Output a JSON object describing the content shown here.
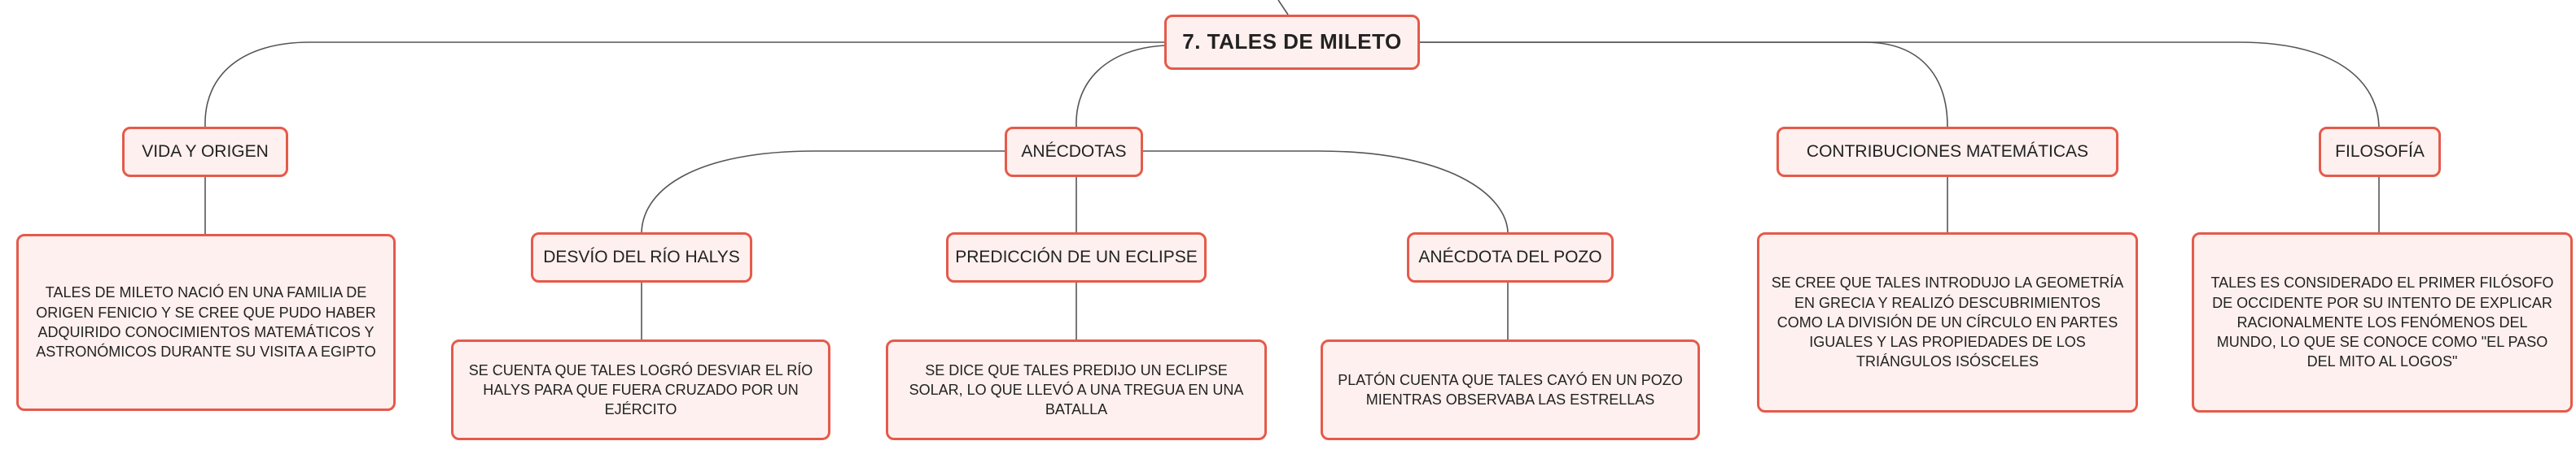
{
  "root": {
    "label": "7. TALES DE MILETO"
  },
  "branches": [
    {
      "label": "VIDA Y ORIGEN",
      "text": "TALES DE MILETO NACIÓ EN UNA FAMILIA DE ORIGEN FENICIO Y SE CREE QUE PUDO HABER ADQUIRIDO CONOCIMIENTOS MATEMÁTICOS Y ASTRONÓMICOS DURANTE SU VISITA A EGIPTO"
    },
    {
      "label": "ANÉCDOTAS",
      "subs": [
        {
          "label": "DESVÍO DEL RÍO HALYS",
          "text": "SE CUENTA QUE TALES LOGRÓ DESVIAR EL RÍO HALYS PARA QUE FUERA CRUZADO POR UN EJÉRCITO"
        },
        {
          "label": "PREDICCIÓN DE UN ECLIPSE",
          "text": "SE DICE QUE TALES PREDIJO UN ECLIPSE SOLAR, LO QUE LLEVÓ A UNA TREGUA EN UNA BATALLA"
        },
        {
          "label": "ANÉCDOTA DEL POZO",
          "text": "PLATÓN CUENTA QUE TALES CAYÓ EN UN POZO MIENTRAS OBSERVABA LAS ESTRELLAS"
        }
      ]
    },
    {
      "label": "CONTRIBUCIONES MATEMÁTICAS",
      "text": "SE CREE QUE TALES INTRODUJO LA GEOMETRÍA EN GRECIA Y REALIZÓ DESCUBRIMIENTOS COMO LA DIVISIÓN DE UN CÍRCULO EN PARTES IGUALES Y LAS PROPIEDADES DE LOS TRIÁNGULOS ISÓSCELES"
    },
    {
      "label": "FILOSOFÍA",
      "text": "TALES ES CONSIDERADO EL PRIMER FILÓSOFO DE OCCIDENTE POR SU INTENTO DE EXPLICAR RACIONALMENTE LOS FENÓMENOS DEL MUNDO, LO QUE SE CONOCE COMO \"EL PASO DEL MITO AL LOGOS\""
    }
  ],
  "colors": {
    "node_border": "#e55a4a",
    "node_fill": "#fdf0ee",
    "connector": "#555555",
    "text": "#222222"
  }
}
